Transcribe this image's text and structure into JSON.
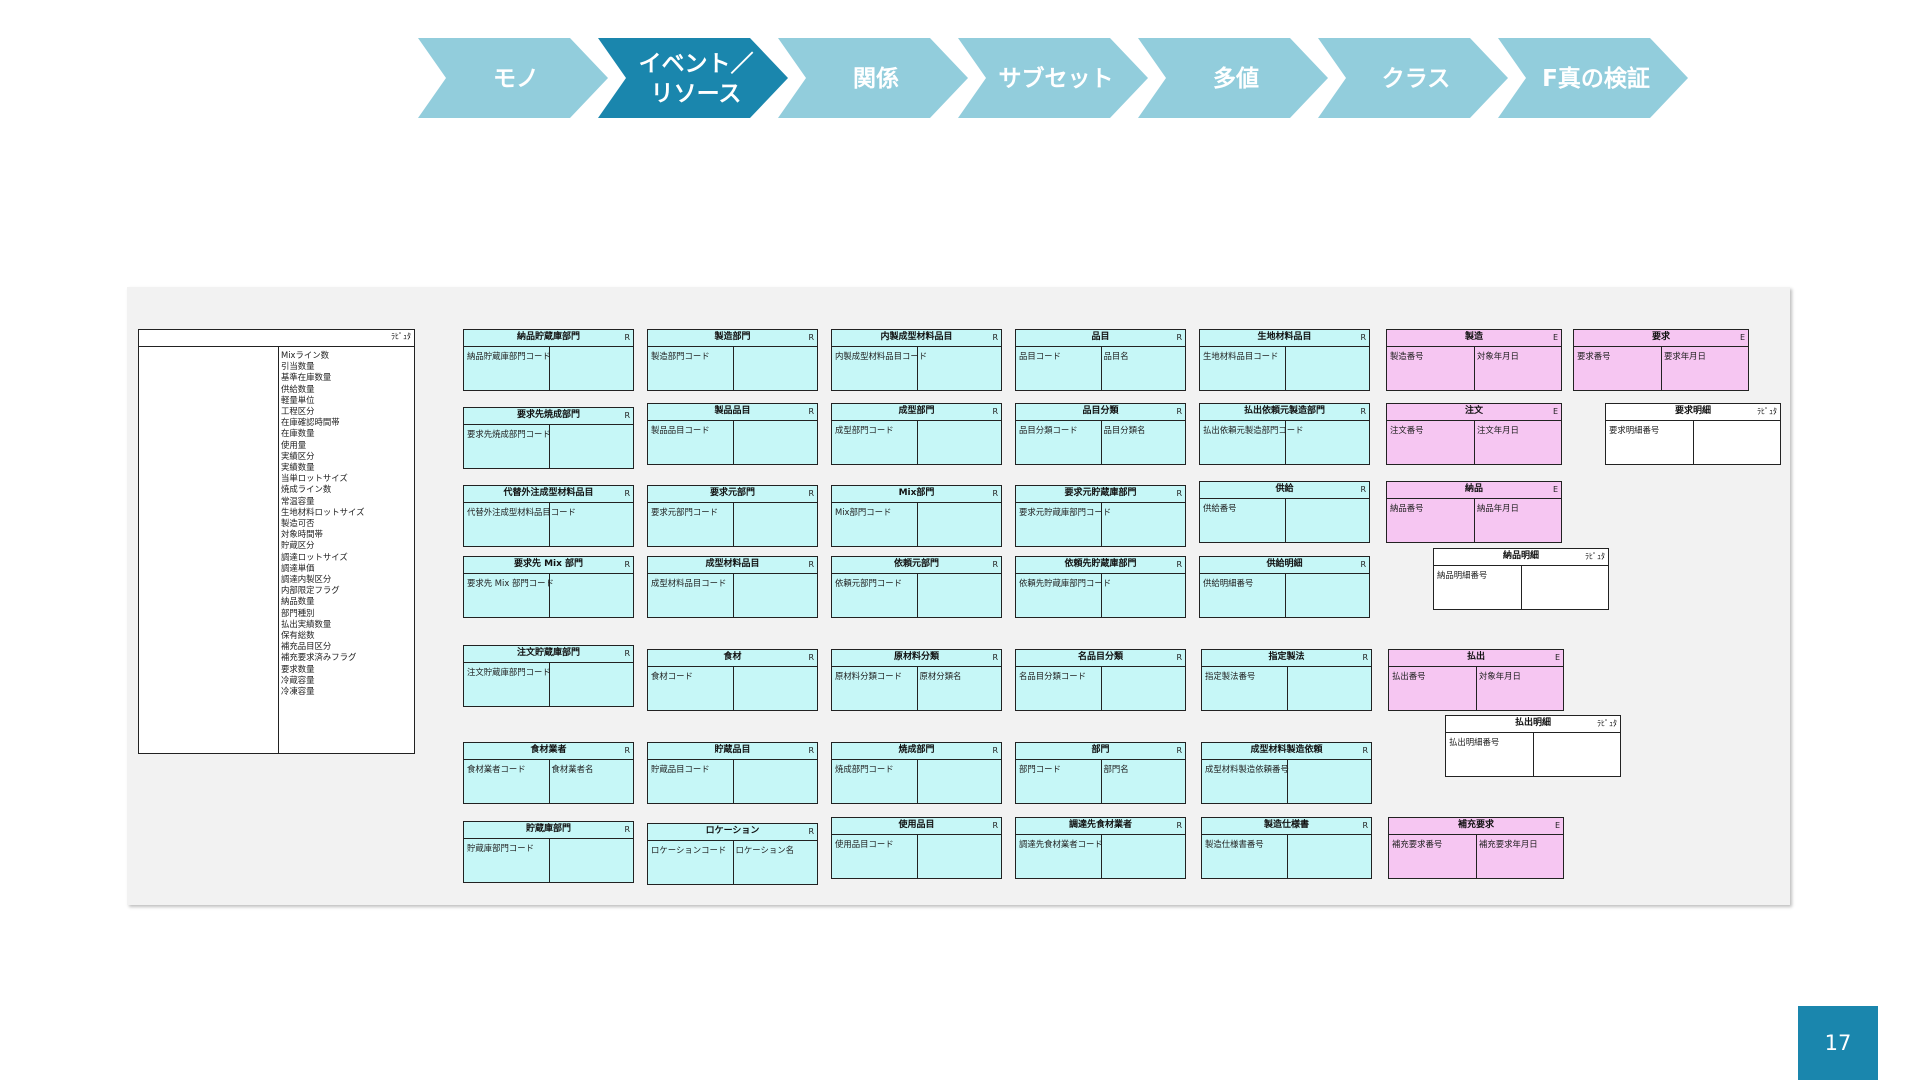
{
  "steps": [
    {
      "line1": "モノ",
      "line2": "",
      "active": false
    },
    {
      "line1": "イベント／",
      "line2": "リソース",
      "active": true
    },
    {
      "line1": "関係",
      "line2": "",
      "active": false
    },
    {
      "line1": "サブセット",
      "line2": "",
      "active": false
    },
    {
      "line1": "多値",
      "line2": "",
      "active": false
    },
    {
      "line1": "クラス",
      "line2": "",
      "active": false
    },
    {
      "line1": "F真の検証",
      "line2": "",
      "active": false
    }
  ],
  "colors": {
    "step_inactive": "#92cddc",
    "step_active": "#1a86ad",
    "resource": "#c6f7f7",
    "event": "#f6c6f2",
    "view": "#ffffff"
  },
  "attribute_list": {
    "tag": "ﾗﾋﾟｭﾀ",
    "items": [
      "Mixライン数",
      "引当数量",
      "基準在庫数量",
      "供給数量",
      "軽量単位",
      "工程区分",
      "在庫確認時間帯",
      "在庫数量",
      "使用量",
      "実績区分",
      "実績数量",
      "当単ロットサイズ",
      "焼成ライン数",
      "常温容量",
      "生地材料ロットサイズ",
      "製造可否",
      "対象時間帯",
      "貯蔵区分",
      "調達ロットサイズ",
      "調達単価",
      "調達内製区分",
      "内部限定フラグ",
      "納品数量",
      "部門種別",
      "払出実績数量",
      "保有総数",
      "補充品目区分",
      "補充要求済みフラグ",
      "要求数量",
      "冷蔵容量",
      "冷凍容量"
    ]
  },
  "entities": [
    {
      "id": "e1",
      "title": "納品貯蔵庫部門",
      "kind": "R",
      "type": "resource",
      "a1": "納品貯蔵庫部門コード",
      "a2": ""
    },
    {
      "id": "e2",
      "title": "製造部門",
      "kind": "R",
      "type": "resource",
      "a1": "製造部門コード",
      "a2": ""
    },
    {
      "id": "e3",
      "title": "内製成型材料品目",
      "kind": "R",
      "type": "resource",
      "a1": "内製成型材料品目コード",
      "a2": ""
    },
    {
      "id": "e4",
      "title": "品目",
      "kind": "R",
      "type": "resource",
      "a1": "品目コード",
      "a2": "品目名"
    },
    {
      "id": "e5",
      "title": "生地材料品目",
      "kind": "R",
      "type": "resource",
      "a1": "生地材料品目コード",
      "a2": ""
    },
    {
      "id": "e6",
      "title": "製造",
      "kind": "E",
      "type": "event",
      "a1": "製造番号",
      "a2": "対象年月日"
    },
    {
      "id": "e7",
      "title": "要求",
      "kind": "E",
      "type": "event",
      "a1": "要求番号",
      "a2": "要求年月日"
    },
    {
      "id": "e8",
      "title": "要求先焼成部門",
      "kind": "R",
      "type": "resource",
      "a1": "要求先焼成部門コード",
      "a2": ""
    },
    {
      "id": "e9",
      "title": "製品品目",
      "kind": "R",
      "type": "resource",
      "a1": "製品品目コード",
      "a2": ""
    },
    {
      "id": "e10",
      "title": "成型部門",
      "kind": "R",
      "type": "resource",
      "a1": "成型部門コード",
      "a2": ""
    },
    {
      "id": "e11",
      "title": "品目分類",
      "kind": "R",
      "type": "resource",
      "a1": "品目分類コード",
      "a2": "品目分類名"
    },
    {
      "id": "e12",
      "title": "払出依頼元製造部門",
      "kind": "R",
      "type": "resource",
      "a1": "払出依頼元製造部門コード",
      "a2": ""
    },
    {
      "id": "e13",
      "title": "注文",
      "kind": "E",
      "type": "event",
      "a1": "注文番号",
      "a2": "注文年月日"
    },
    {
      "id": "e14",
      "title": "要求明細",
      "kind": "ﾗﾋﾟｭﾀ",
      "type": "view",
      "a1": "要求明細番号",
      "a2": ""
    },
    {
      "id": "e15",
      "title": "代替外注成型材料品目",
      "kind": "R",
      "type": "resource",
      "a1": "代替外注成型材料品目コード",
      "a2": ""
    },
    {
      "id": "e16",
      "title": "要求元部門",
      "kind": "R",
      "type": "resource",
      "a1": "要求元部門コード",
      "a2": ""
    },
    {
      "id": "e17",
      "title": "Mix部門",
      "kind": "R",
      "type": "resource",
      "a1": "Mix部門コード",
      "a2": ""
    },
    {
      "id": "e18",
      "title": "要求元貯蔵庫部門",
      "kind": "R",
      "type": "resource",
      "a1": "要求元貯蔵庫部門コード",
      "a2": ""
    },
    {
      "id": "e19",
      "title": "供給",
      "kind": "R",
      "type": "resource",
      "a1": "供給番号",
      "a2": ""
    },
    {
      "id": "e20",
      "title": "納品",
      "kind": "E",
      "type": "event",
      "a1": "納品番号",
      "a2": "納品年月日"
    },
    {
      "id": "e21",
      "title": "納品明細",
      "kind": "ﾗﾋﾟｭﾀ",
      "type": "view",
      "a1": "納品明細番号",
      "a2": ""
    },
    {
      "id": "e22",
      "title": "要求先 Mix 部門",
      "kind": "R",
      "type": "resource",
      "a1": "要求先 Mix 部門コード",
      "a2": ""
    },
    {
      "id": "e23",
      "title": "成型材料品目",
      "kind": "R",
      "type": "resource",
      "a1": "成型材料品目コード",
      "a2": ""
    },
    {
      "id": "e24",
      "title": "依頼元部門",
      "kind": "R",
      "type": "resource",
      "a1": "依頼元部門コード",
      "a2": ""
    },
    {
      "id": "e25",
      "title": "依頼先貯蔵庫部門",
      "kind": "R",
      "type": "resource",
      "a1": "依頼先貯蔵庫部門コード",
      "a2": ""
    },
    {
      "id": "e26",
      "title": "供給明細",
      "kind": "R",
      "type": "resource",
      "a1": "供給明細番号",
      "a2": ""
    },
    {
      "id": "e27",
      "title": "注文貯蔵庫部門",
      "kind": "R",
      "type": "resource",
      "a1": "注文貯蔵庫部門コード",
      "a2": ""
    },
    {
      "id": "e28",
      "title": "食材",
      "kind": "R",
      "type": "resource",
      "a1": "食材コード",
      "a2": ""
    },
    {
      "id": "e29",
      "title": "原材料分類",
      "kind": "R",
      "type": "resource",
      "a1": "原材料分類コード",
      "a2": "原材分類名"
    },
    {
      "id": "e30",
      "title": "名品目分類",
      "kind": "R",
      "type": "resource",
      "a1": "名品目分類コード",
      "a2": ""
    },
    {
      "id": "e31",
      "title": "指定製法",
      "kind": "R",
      "type": "resource",
      "a1": "指定製法番号",
      "a2": ""
    },
    {
      "id": "e32",
      "title": "払出",
      "kind": "E",
      "type": "event",
      "a1": "払出番号",
      "a2": "対象年月日"
    },
    {
      "id": "e33",
      "title": "払出明細",
      "kind": "ﾗﾋﾟｭﾀ",
      "type": "view",
      "a1": "払出明細番号",
      "a2": ""
    },
    {
      "id": "e34",
      "title": "食材業者",
      "kind": "R",
      "type": "resource",
      "a1": "食材業者コード",
      "a2": "食材業者名"
    },
    {
      "id": "e35",
      "title": "貯蔵品目",
      "kind": "R",
      "type": "resource",
      "a1": "貯蔵品目コード",
      "a2": ""
    },
    {
      "id": "e36",
      "title": "焼成部門",
      "kind": "R",
      "type": "resource",
      "a1": "焼成部門コード",
      "a2": ""
    },
    {
      "id": "e37",
      "title": "部門",
      "kind": "R",
      "type": "resource",
      "a1": "部門コード",
      "a2": "部門名"
    },
    {
      "id": "e38",
      "title": "成型材料製造依頼",
      "kind": "R",
      "type": "resource",
      "a1": "成型材料製造依頼番号",
      "a2": ""
    },
    {
      "id": "e39",
      "title": "貯蔵庫部門",
      "kind": "R",
      "type": "resource",
      "a1": "貯蔵庫部門コード",
      "a2": ""
    },
    {
      "id": "e40",
      "title": "ロケーション",
      "kind": "R",
      "type": "resource",
      "a1": "ロケーションコード",
      "a2": "ロケーション名"
    },
    {
      "id": "e41",
      "title": "使用品目",
      "kind": "R",
      "type": "resource",
      "a1": "使用品目コード",
      "a2": ""
    },
    {
      "id": "e42",
      "title": "調達先食材業者",
      "kind": "R",
      "type": "resource",
      "a1": "調達先食材業者コード",
      "a2": ""
    },
    {
      "id": "e43",
      "title": "製造仕様書",
      "kind": "R",
      "type": "resource",
      "a1": "製造仕様書番号",
      "a2": ""
    },
    {
      "id": "e44",
      "title": "補充要求",
      "kind": "E",
      "type": "event",
      "a1": "補充要求番号",
      "a2": "補充要求年月日"
    }
  ],
  "page_number": "17"
}
